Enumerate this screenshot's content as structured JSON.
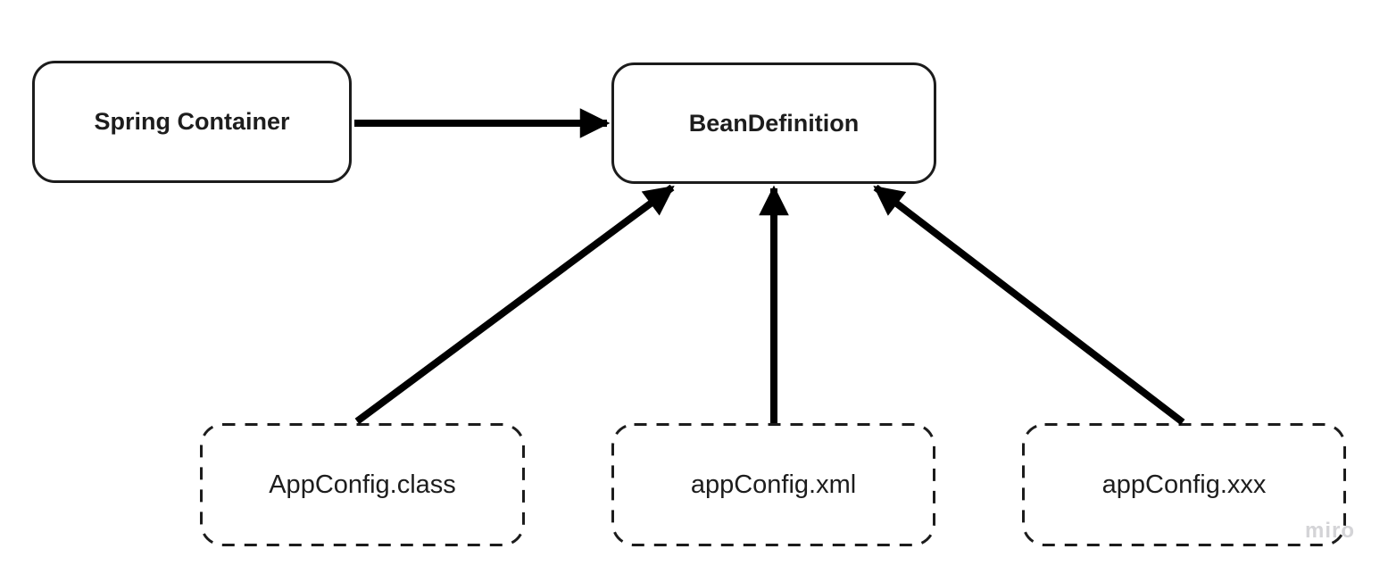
{
  "diagram": {
    "nodes": [
      {
        "id": "spring-container",
        "label": "Spring Container",
        "style": "solid-rounded-rect"
      },
      {
        "id": "bean-definition",
        "label": "BeanDefinition",
        "style": "solid-rounded-rect"
      },
      {
        "id": "appconfig-class",
        "label": "AppConfig.class",
        "style": "dashed-rounded-rect"
      },
      {
        "id": "appconfig-xml",
        "label": "appConfig.xml",
        "style": "dashed-rounded-rect"
      },
      {
        "id": "appconfig-xxx",
        "label": "appConfig.xxx",
        "style": "dashed-rounded-rect"
      }
    ],
    "edges": [
      {
        "from": "Spring Container",
        "to": "BeanDefinition",
        "direction": "right"
      },
      {
        "from": "AppConfig.class",
        "to": "BeanDefinition",
        "direction": "up"
      },
      {
        "from": "appConfig.xml",
        "to": "BeanDefinition",
        "direction": "up"
      },
      {
        "from": "appConfig.xxx",
        "to": "BeanDefinition",
        "direction": "up"
      }
    ],
    "colors": {
      "stroke": "#1c1c1c",
      "arrow": "#000000",
      "text": "#1d1d1d",
      "background": "#ffffff",
      "watermark": "#d4d4d7"
    }
  },
  "watermark": {
    "label": "miro"
  }
}
